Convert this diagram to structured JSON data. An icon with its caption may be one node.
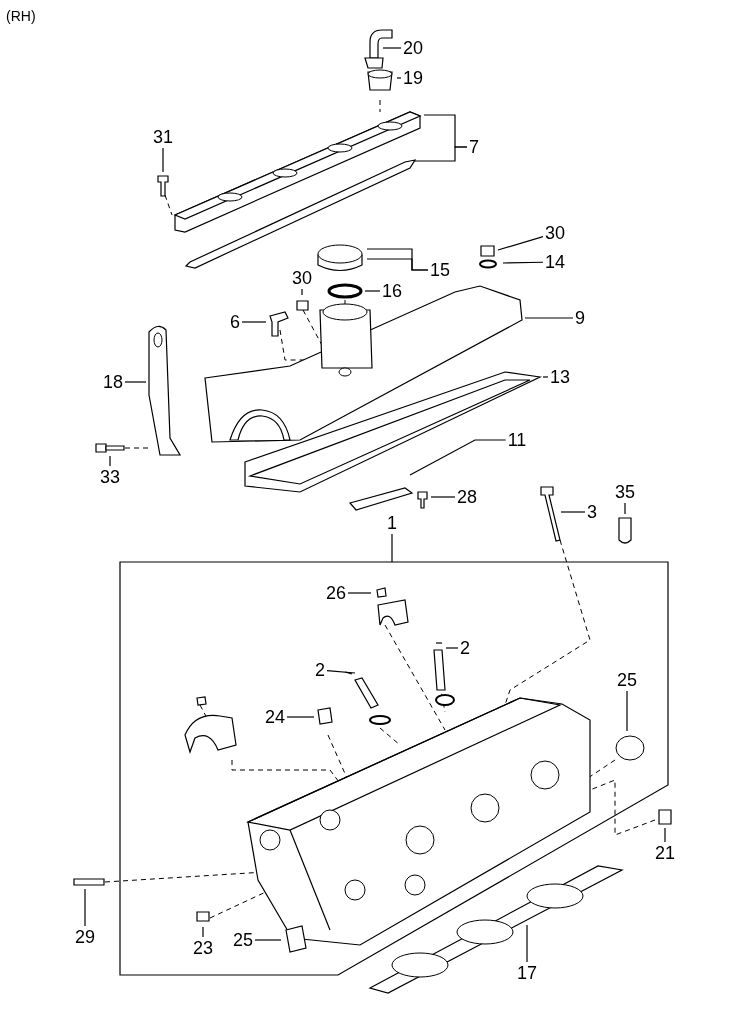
{
  "diagram": {
    "nodes": [
      {
        "text": [
          "20"
        ]
      },
      {
        "text": [
          "19"
        ]
      },
      {
        "text": [
          "7"
        ]
      },
      {
        "text": [
          "31"
        ]
      },
      {
        "text": [
          "30"
        ]
      },
      {
        "text": [
          "14"
        ]
      },
      {
        "text": [
          "15"
        ]
      },
      {
        "text": [
          "16"
        ]
      },
      {
        "text": [
          "30"
        ]
      },
      {
        "text": [
          "6"
        ]
      },
      {
        "text": [
          "9"
        ]
      },
      {
        "text": [
          "18"
        ]
      },
      {
        "text": [
          "13"
        ]
      },
      {
        "text": [
          "11"
        ]
      },
      {
        "text": [
          "33"
        ]
      },
      {
        "text": [
          "28"
        ]
      },
      {
        "text": [
          "35"
        ]
      },
      {
        "text": [
          "3"
        ]
      },
      {
        "text": [
          "1"
        ]
      },
      {
        "text": [
          "26"
        ]
      },
      {
        "text": [
          "2"
        ]
      },
      {
        "text": [
          "2"
        ]
      },
      {
        "text": [
          "24"
        ]
      },
      {
        "text": [
          "25"
        ]
      },
      {
        "text": [
          "21"
        ]
      },
      {
        "text": [
          "29"
        ]
      },
      {
        "text": [
          "23"
        ]
      },
      {
        "text": [
          "25"
        ]
      },
      {
        "text": [
          "17"
        ]
      }
    ],
    "edges": [
      {
        "from": 0,
        "to": null,
        "arrow": "none"
      },
      {
        "from": 1,
        "to": null,
        "arrow": "none"
      },
      {
        "from": 2,
        "to": null,
        "arrow": "none"
      },
      {
        "from": 2,
        "to": null,
        "arrow": "none"
      },
      {
        "from": 3,
        "to": null,
        "arrow": "none"
      },
      {
        "from": 4,
        "to": null,
        "arrow": "none"
      },
      {
        "from": 5,
        "to": null,
        "arrow": "none"
      },
      {
        "from": 6,
        "to": null,
        "arrow": "none"
      },
      {
        "from": 6,
        "to": null,
        "arrow": "none"
      },
      {
        "from": 7,
        "to": null,
        "arrow": "none"
      },
      {
        "from": 8,
        "to": null,
        "arrow": "none"
      },
      {
        "from": 9,
        "to": null,
        "arrow": "none"
      },
      {
        "from": 10,
        "to": null,
        "arrow": "none"
      },
      {
        "from": 11,
        "to": null,
        "arrow": "none"
      },
      {
        "from": 12,
        "to": null,
        "arrow": "none"
      },
      {
        "from": 13,
        "to": null,
        "arrow": "none"
      },
      {
        "from": 14,
        "to": null,
        "arrow": "none"
      },
      {
        "from": 15,
        "to": null,
        "arrow": "none"
      },
      {
        "from": 16,
        "to": null,
        "arrow": "none"
      },
      {
        "from": 17,
        "to": null,
        "arrow": "none"
      },
      {
        "from": 18,
        "to": null,
        "arrow": "none"
      },
      {
        "from": 19,
        "to": null,
        "arrow": "none"
      },
      {
        "from": 20,
        "to": null,
        "arrow": "none"
      },
      {
        "from": 21,
        "to": null,
        "arrow": "none"
      },
      {
        "from": 22,
        "to": null,
        "arrow": "none"
      },
      {
        "from": 23,
        "to": null,
        "arrow": "none"
      },
      {
        "from": 24,
        "to": null,
        "arrow": "none"
      },
      {
        "from": 25,
        "to": null,
        "arrow": "none"
      },
      {
        "from": 26,
        "to": null,
        "arrow": "none"
      },
      {
        "from": 27,
        "to": null,
        "arrow": "none"
      },
      {
        "from": 28,
        "to": null,
        "arrow": "none"
      }
    ],
    "labels": [
      "(RH)"
    ]
  }
}
